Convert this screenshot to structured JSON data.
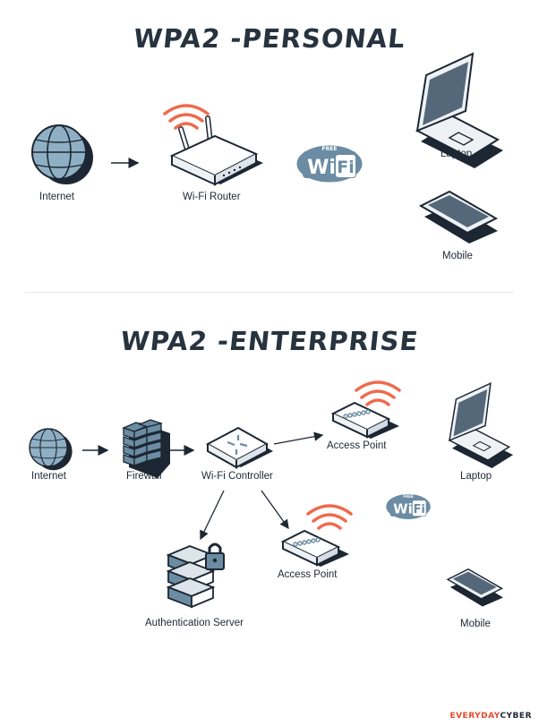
{
  "personal": {
    "title": "WPA2 -PERSONAL",
    "labels": {
      "internet": "Internet",
      "router": "Wi-Fi Router",
      "laptop": "Laptop",
      "mobile": "Mobile"
    },
    "wifi_badge": {
      "top": "FREE",
      "text": "WiFi"
    }
  },
  "enterprise": {
    "title": "WPA2 -ENTERPRISE",
    "labels": {
      "internet": "Internet",
      "firewall": "Firewall",
      "controller": "Wi-Fi Controller",
      "access_point_top": "Access Point",
      "access_point_bottom": "Access Point",
      "auth_server": "Authentication Server",
      "laptop": "Laptop",
      "mobile": "Mobile"
    },
    "wifi_badge": {
      "top": "FREE",
      "text": "WiFi"
    }
  },
  "brand": {
    "part1": "EVERYDAY",
    "part2": "CYBER"
  },
  "colors": {
    "slate": "#6b8ca3",
    "dark": "#1d2733",
    "accent": "#ef6a4c",
    "line": "#1d2733"
  },
  "icons": [
    "globe-icon",
    "router-icon",
    "laptop-icon",
    "phone-icon",
    "wifi-badge-icon",
    "firewall-icon",
    "controller-icon",
    "access-point-icon",
    "server-icon",
    "lock-icon",
    "arrow-icon"
  ]
}
